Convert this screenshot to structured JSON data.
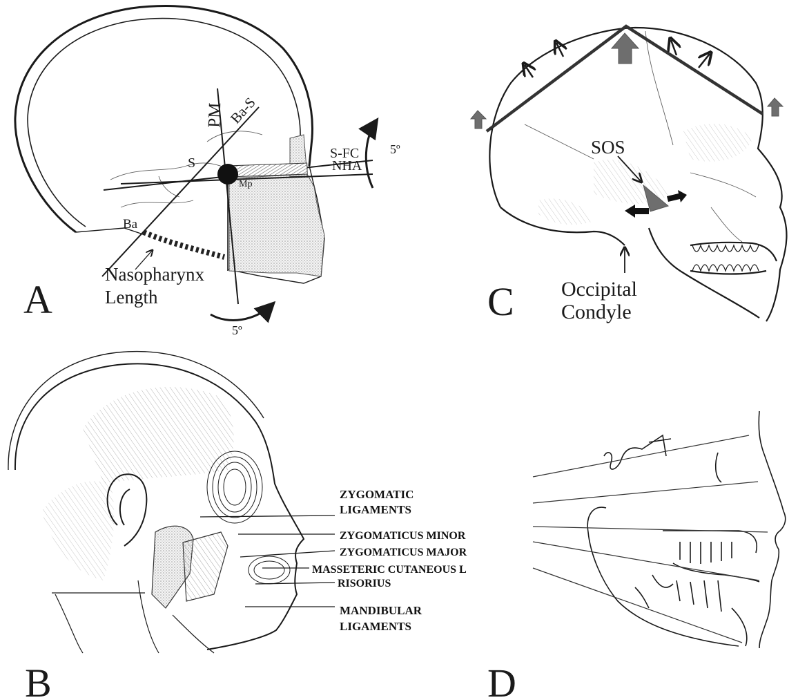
{
  "panels": {
    "a": {
      "letter": "A",
      "labels": {
        "pm": "PM",
        "ba_s": "Ba-S",
        "s": "S",
        "ba": "Ba",
        "s_fc": "S-FC",
        "nha": "NHA",
        "mp": "Mp",
        "angle_right": "5º",
        "angle_bottom": "5º",
        "nasopharynx_line1": "Nasopharynx",
        "nasopharynx_line2": "Length"
      }
    },
    "c": {
      "letter": "C",
      "labels": {
        "sos": "SOS",
        "occipital_line1": "Occipital",
        "occipital_line2": "Condyle"
      }
    },
    "b": {
      "letter": "B",
      "labels": {
        "zygomatic_ligaments_1": "ZYGOMATIC",
        "zygomatic_ligaments_2": "LIGAMENTS",
        "zygomaticus_minor": "ZYGOMATICUS MINOR",
        "zygomaticus_major": "ZYGOMATICUS MAJOR",
        "masseteric": "MASSETERIC CUTANEOUS L",
        "risorius": "RISORIUS",
        "mandibular_ligaments_1": "MANDIBULAR",
        "mandibular_ligaments_2": "LIGAMENTS"
      }
    },
    "d": {
      "letter": "D"
    }
  },
  "colors": {
    "ink": "#1a1a1a",
    "grey_arrow": "#6e6e6e",
    "shading": "#cfcfcf"
  }
}
